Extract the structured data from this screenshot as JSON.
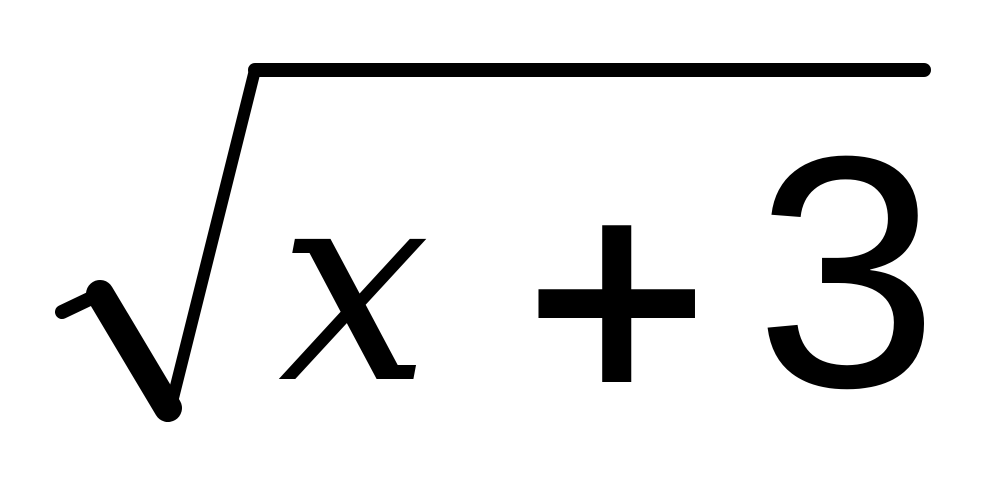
{
  "expression": {
    "radical": "square-root-sign",
    "variable": "x",
    "operator": "+",
    "constant": "3"
  },
  "colors": {
    "ink": "#000000",
    "background": "#ffffff"
  }
}
